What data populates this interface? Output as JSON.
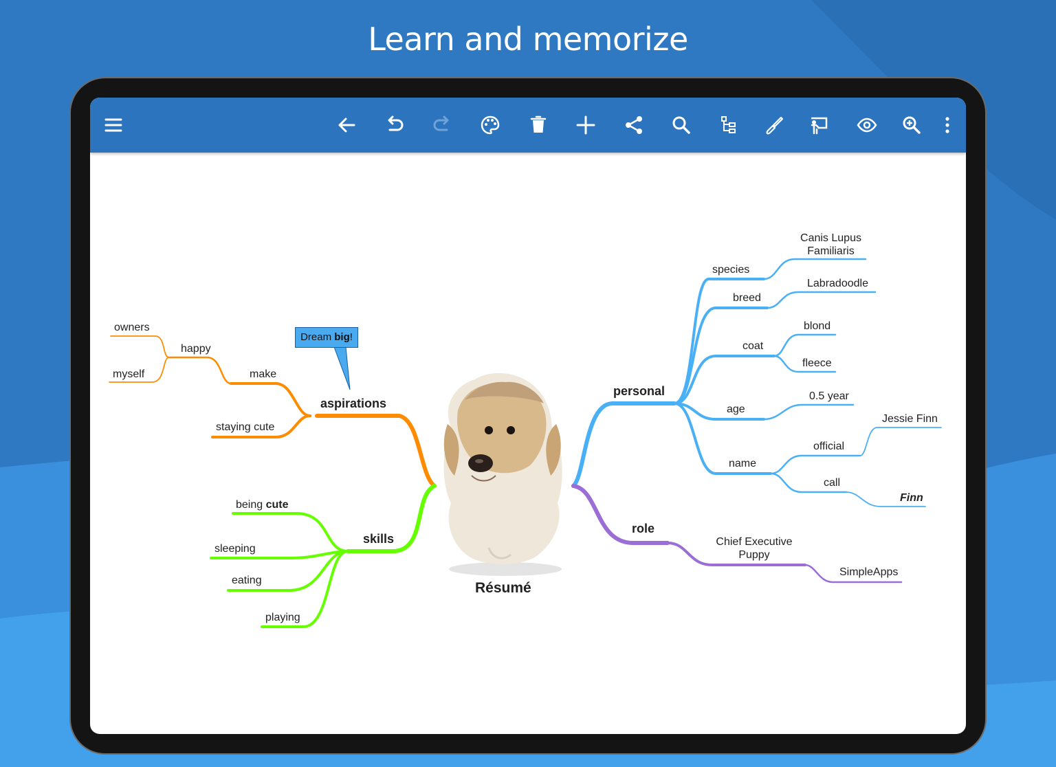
{
  "headline": "Learn and memorize",
  "colors": {
    "background": "#2f79c3",
    "toolbar": "#2d74bf",
    "aspirations": "#ff8c00",
    "skills": "#66ff00",
    "personal": "#4ab0f5",
    "role": "#9a6ed4"
  },
  "toolbar": {
    "icons": [
      "menu-icon",
      "back-arrow-icon",
      "undo-icon",
      "redo-icon",
      "palette-icon",
      "delete-icon",
      "add-icon",
      "share-icon",
      "search-icon",
      "outline-icon",
      "brush-icon",
      "presentation-icon",
      "view-icon",
      "zoom-icon",
      "more-icon"
    ]
  },
  "map": {
    "center": "Résumé",
    "callout": {
      "pre": "Dream ",
      "bold": "big",
      "post": "!"
    },
    "aspirations": {
      "label": "aspirations",
      "make": "make",
      "happy": "happy",
      "owners": "owners",
      "myself": "myself",
      "staying_cute": "staying cute"
    },
    "skills": {
      "label": "skills",
      "being_pre": "being ",
      "being_bold": "cute",
      "sleeping": "sleeping",
      "eating": "eating",
      "playing": "playing"
    },
    "personal": {
      "label": "personal",
      "species": "species",
      "species_value_line1": "Canis Lupus",
      "species_value_line2": "Familiaris",
      "breed": "breed",
      "breed_value": "Labradoodle",
      "coat": "coat",
      "coat_blond": "blond",
      "coat_fleece": "fleece",
      "age": "age",
      "age_value": "0.5 year",
      "name": "name",
      "official": "official",
      "official_value": "Jessie Finn",
      "call": "call",
      "call_value": "Finn"
    },
    "role": {
      "label": "role",
      "title_line1": "Chief Executive",
      "title_line2": "Puppy",
      "company": "SimpleApps"
    }
  }
}
